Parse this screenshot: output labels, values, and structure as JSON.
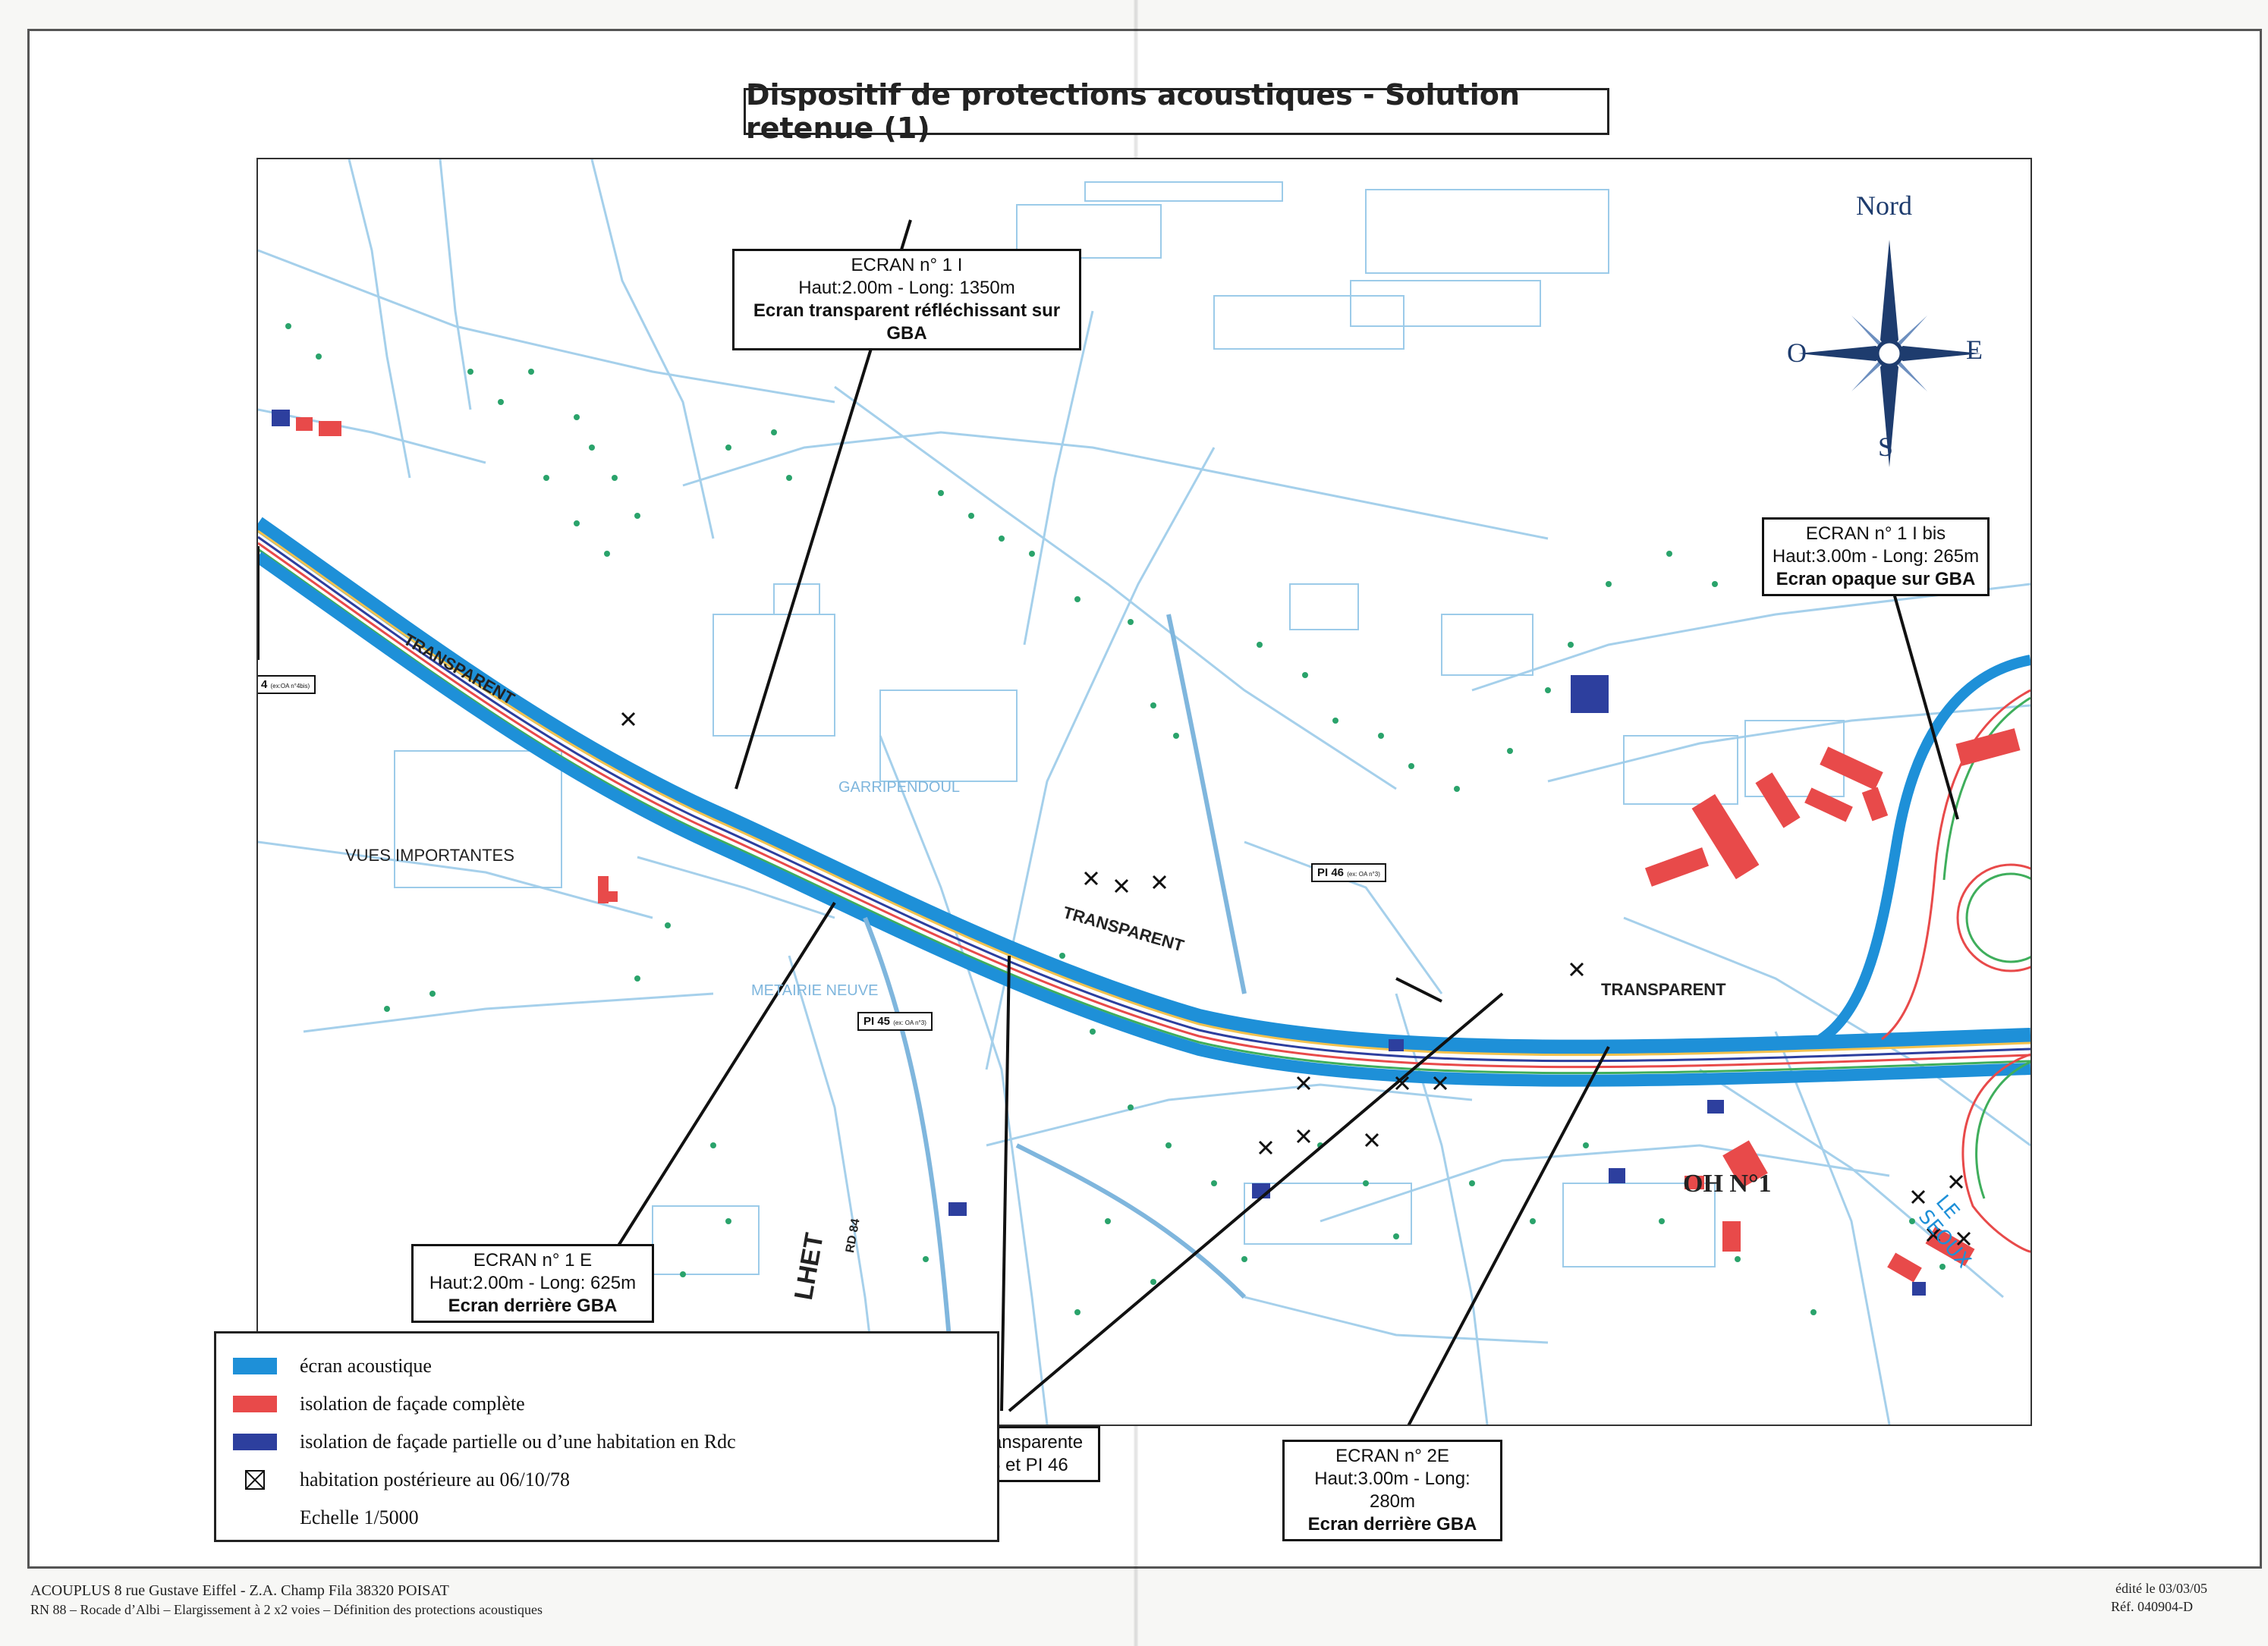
{
  "title": "Dispositif de protections acoustiques - Solution retenue (1)",
  "compass": {
    "north": "Nord",
    "south": "S",
    "east": "E",
    "west": "O"
  },
  "callouts": {
    "ecran1i": {
      "line1": "ECRAN n° 1 I",
      "line2": "Haut:2.00m - Long: 1350m",
      "line3": "Ecran transparent réfléchissant sur GBA"
    },
    "ecran1ibis": {
      "line1": "ECRAN n° 1 I bis",
      "line2": "Haut:3.00m - Long: 265m",
      "line3": "Ecran opaque sur GBA"
    },
    "ecran1e": {
      "line1": "ECRAN n° 1 E",
      "line2": "Haut:2.00m - Long: 625m",
      "line3": "Ecran derrière GBA"
    },
    "fenetre": {
      "line1": "Fenêtre transparente",
      "line2": "sur PI 45 et PI 46"
    },
    "ecran2e": {
      "line1": "ECRAN n° 2E",
      "line2": "Haut:3.00m - Long: 280m",
      "line3": "Ecran derrière GBA"
    }
  },
  "pi_tags": {
    "pi44": {
      "label": "4",
      "sub": "(ex:OA n°4bis)"
    },
    "pi45": {
      "label": "PI 45",
      "sub": "(ex: OA n°3)"
    },
    "pi46": {
      "label": "PI 46",
      "sub": "(ex: OA n°3)"
    }
  },
  "map_labels": {
    "transparent1": "TRANSPARENT",
    "transparent2": "TRANSPARENT",
    "transparent3": "TRANSPARENT",
    "vues": "VUES IMPORTANTES",
    "garripendoul": "GARRIPENDOUL",
    "metairie": "METAIRIE NEUVE",
    "oh": "OH N°1",
    "lhet": "LHET",
    "rd84": "RD 84",
    "leseoux": "LE SEOUX"
  },
  "legend": {
    "items": [
      {
        "label": "écran acoustique",
        "color": "#1e90d8"
      },
      {
        "label": "isolation de façade complète",
        "color": "#e84a4a"
      },
      {
        "label": "isolation de façade partielle ou d’une habitation en Rdc",
        "color": "#2d3f9e"
      },
      {
        "label": "habitation postérieure au 06/10/78",
        "color": "#111111"
      }
    ],
    "scale": "Echelle 1/5000"
  },
  "footer": {
    "company": "ACOUPLUS   8 rue Gustave Eiffel - Z.A. Champ Fila 38320 POISAT",
    "project": "RN 88 – Rocade d’Albi – Elargissement à 2 x2 voies – Définition des protections acoustiques",
    "edited": "édité le 03/03/05",
    "ref": "Réf. 040904-D"
  },
  "colors": {
    "map_lines": "#8ec3e6",
    "screen_blue": "#1e90d8",
    "facade_red": "#e84a4a",
    "facade_blue": "#2d3f9e",
    "trees": "#2aa36b"
  }
}
